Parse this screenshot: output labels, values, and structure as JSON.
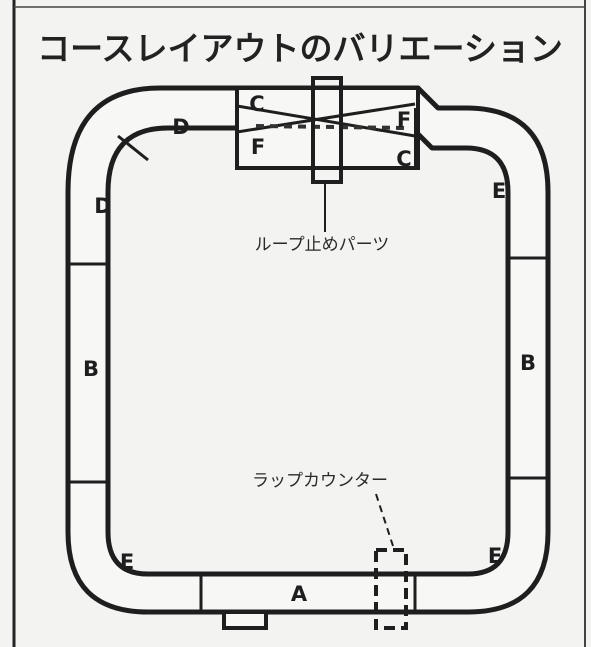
{
  "title": "コースレイアウトのバリエーション",
  "labels": {
    "a": "A",
    "b_left": "B",
    "b_right": "B",
    "c_top": "C",
    "c_bottom": "C",
    "d_upper": "D",
    "d_lower": "D",
    "e_top_right": "E",
    "e_bottom_left": "E",
    "e_bottom_right": "E",
    "f_left": "F",
    "f_right": "F"
  },
  "callouts": {
    "loop_stopper": "ループ止めパーツ",
    "lap_counter": "ラップカウンター"
  },
  "colors": {
    "background": "#f3f3f1",
    "track_fill": "#f7f7f5",
    "line": "#1e1e1e"
  }
}
